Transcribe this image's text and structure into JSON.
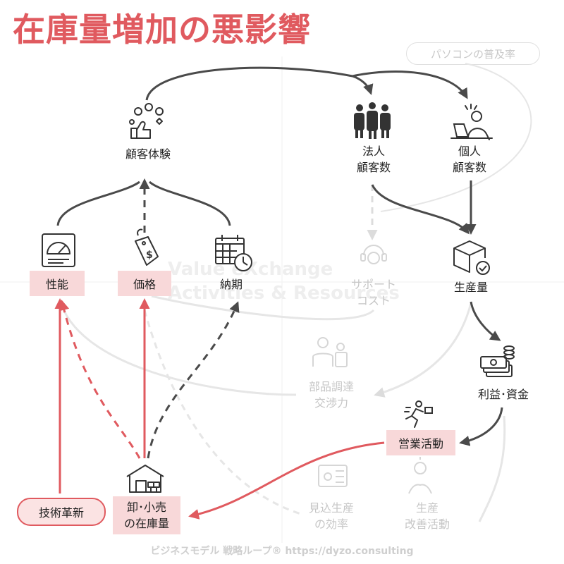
{
  "title": "在庫量増加の悪影響",
  "top_pill": "パソコンの普及率",
  "watermark": [
    "Value eXchange",
    "Activities & Resources"
  ],
  "nodes": {
    "customer_experience": "顧客体験",
    "corporate_customers": [
      "法人",
      "顧客数"
    ],
    "individual_customers": [
      "個人",
      "顧客数"
    ],
    "performance": "性能",
    "price": "価格",
    "delivery": "納期",
    "support_cost": [
      "サポート",
      "コスト"
    ],
    "production_volume": "生産量",
    "parts_procurement": [
      "部品調達",
      "交渉力"
    ],
    "profit_funds": "利益･資金",
    "sales_activity": "営業活動",
    "forecast_efficiency": [
      "見込生産",
      "の効率"
    ],
    "production_improvement": [
      "生産",
      "改善活動"
    ],
    "tech_innovation": "技術革新",
    "inventory": [
      "卸･小売",
      "の在庫量"
    ]
  },
  "footer": "ビジネスモデル 戦略ループ® https://dyzo.consulting",
  "colors": {
    "accent": "#e05a5f",
    "dark": "#4a4a4a",
    "faded": "#dcdcdc",
    "box": "#f8d8d9"
  }
}
